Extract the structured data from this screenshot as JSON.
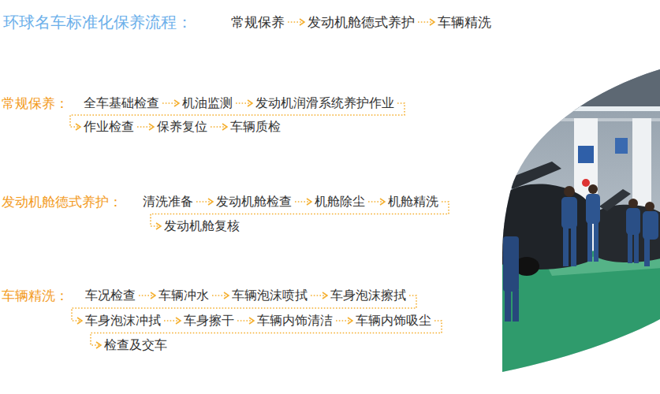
{
  "diagram": {
    "title": "环球名车标准化保养流程：",
    "nodes": [
      {
        "text": [
          "常规保养"
        ]
      },
      {
        "text": [
          "发动机舱德式养护"
        ]
      },
      {
        "text": [
          "车辆精洗"
        ]
      },
      {
        "text": [
          "全车基础检查"
        ]
      },
      {
        "text": [
          "机油监测"
        ]
      },
      {
        "text": [
          "发动机润滑系统养护作业"
        ]
      },
      {
        "text": [
          "作业检查"
        ]
      },
      {
        "text": [
          "保养复位"
        ]
      },
      {
        "text": [
          "车辆质检"
        ]
      },
      {
        "text": [
          "清洗准备"
        ]
      },
      {
        "text": [
          "发动机舱检查"
        ]
      },
      {
        "text": [
          "机舱除尘"
        ]
      },
      {
        "text": [
          "机舱精洗"
        ]
      },
      {
        "text": [
          "发动机舱复核"
        ]
      },
      {
        "text": [
          "车况检查"
        ]
      },
      {
        "text": [
          "车辆冲水"
        ]
      },
      {
        "text": [
          "车辆泡沫喷拭"
        ]
      },
      {
        "text": [
          "车身泡沫擦拭"
        ]
      },
      {
        "text": [
          "车身泡沫冲拭"
        ]
      },
      {
        "text": [
          "车身擦干"
        ]
      },
      {
        "text": [
          "车辆内饰清洁"
        ]
      },
      {
        "text": [
          "车辆内饰吸尘"
        ]
      },
      {
        "text": [
          "检查及交车"
        ]
      }
    ],
    "edges": [
      {
        "from": 0,
        "to": 1,
        "arrow": "to"
      },
      {
        "from": 1,
        "to": 2,
        "arrow": "to"
      },
      {
        "from": 3,
        "to": 4,
        "arrow": "to"
      },
      {
        "from": 4,
        "to": 5,
        "arrow": "to"
      },
      {
        "from": 5,
        "to": 6,
        "arrow": "to"
      },
      {
        "from": 6,
        "to": 7,
        "arrow": "to"
      },
      {
        "from": 7,
        "to": 8,
        "arrow": "to"
      },
      {
        "from": 9,
        "to": 10,
        "arrow": "to"
      },
      {
        "from": 10,
        "to": 11,
        "arrow": "to"
      },
      {
        "from": 11,
        "to": 12,
        "arrow": "to"
      },
      {
        "from": 12,
        "to": 13,
        "arrow": "to"
      },
      {
        "from": 14,
        "to": 15,
        "arrow": "to"
      },
      {
        "from": 15,
        "to": 16,
        "arrow": "to"
      },
      {
        "from": 16,
        "to": 17,
        "arrow": "to"
      },
      {
        "from": 17,
        "to": 18,
        "arrow": "to"
      },
      {
        "from": 18,
        "to": 19,
        "arrow": "to"
      },
      {
        "from": 19,
        "to": 20,
        "arrow": "to"
      },
      {
        "from": 20,
        "to": 21,
        "arrow": "to"
      },
      {
        "from": 21,
        "to": 22,
        "arrow": "to"
      }
    ],
    "labels": [
      "常规保养：",
      "发动机舱德式养护：",
      "车辆精洗："
    ]
  }
}
